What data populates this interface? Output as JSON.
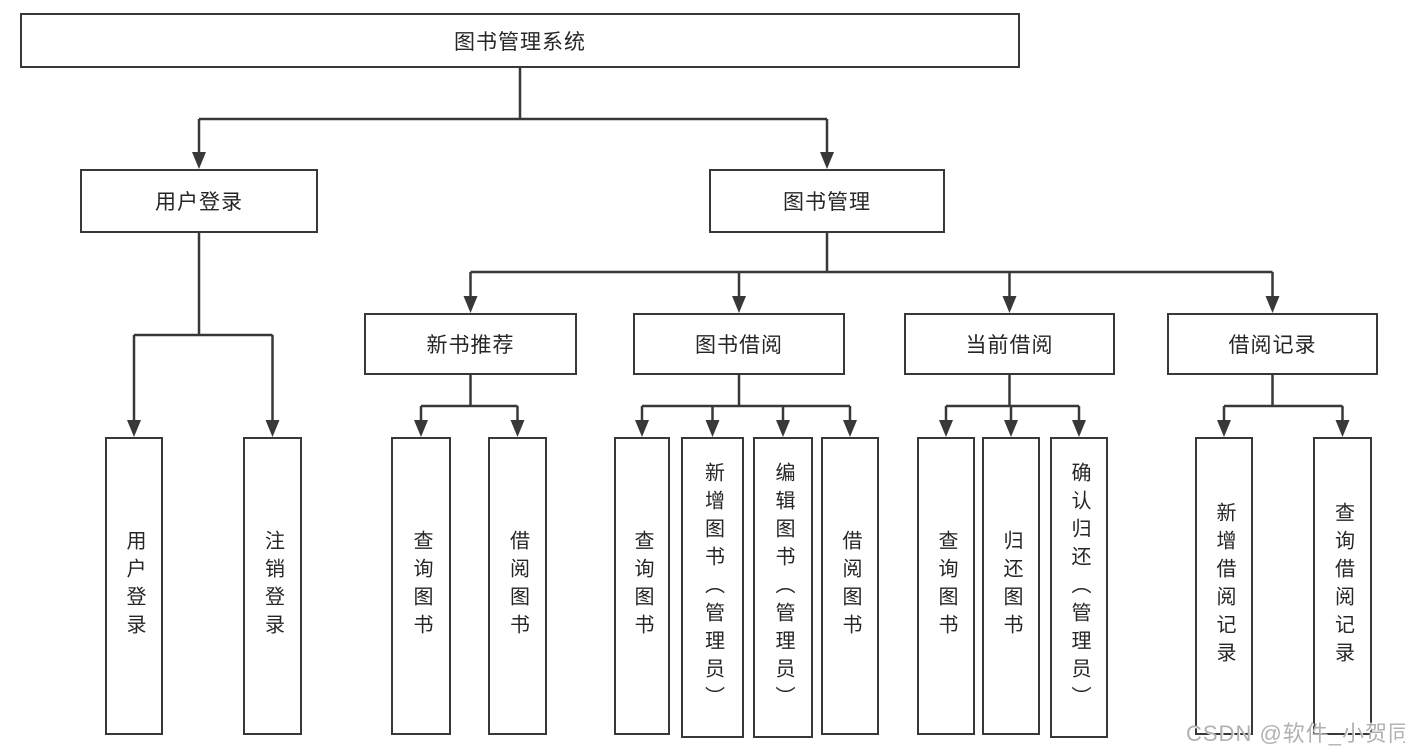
{
  "tree": {
    "root": "图书管理系统",
    "login": {
      "label": "用户登录",
      "children": [
        "用户登录",
        "注销登录"
      ]
    },
    "mgmt": {
      "label": "图书管理",
      "groups": [
        {
          "label": "新书推荐",
          "children": [
            "查询图书",
            "借阅图书"
          ]
        },
        {
          "label": "图书借阅",
          "children": [
            "查询图书",
            "新增图书（管理员）",
            "编辑图书（管理员）",
            "借阅图书"
          ]
        },
        {
          "label": "当前借阅",
          "children": [
            "查询图书",
            "归还图书",
            "确认归还（管理员）"
          ]
        },
        {
          "label": "借阅记录",
          "children": [
            "新增借阅记录",
            "查询借阅记录"
          ]
        }
      ]
    }
  },
  "watermark": "CSDN @软件_小贺同学",
  "colors": {
    "line": "#383838",
    "box_border": "#383838",
    "text": "#262626",
    "watermark": "#b3b0b0",
    "background": "#ffffff"
  }
}
